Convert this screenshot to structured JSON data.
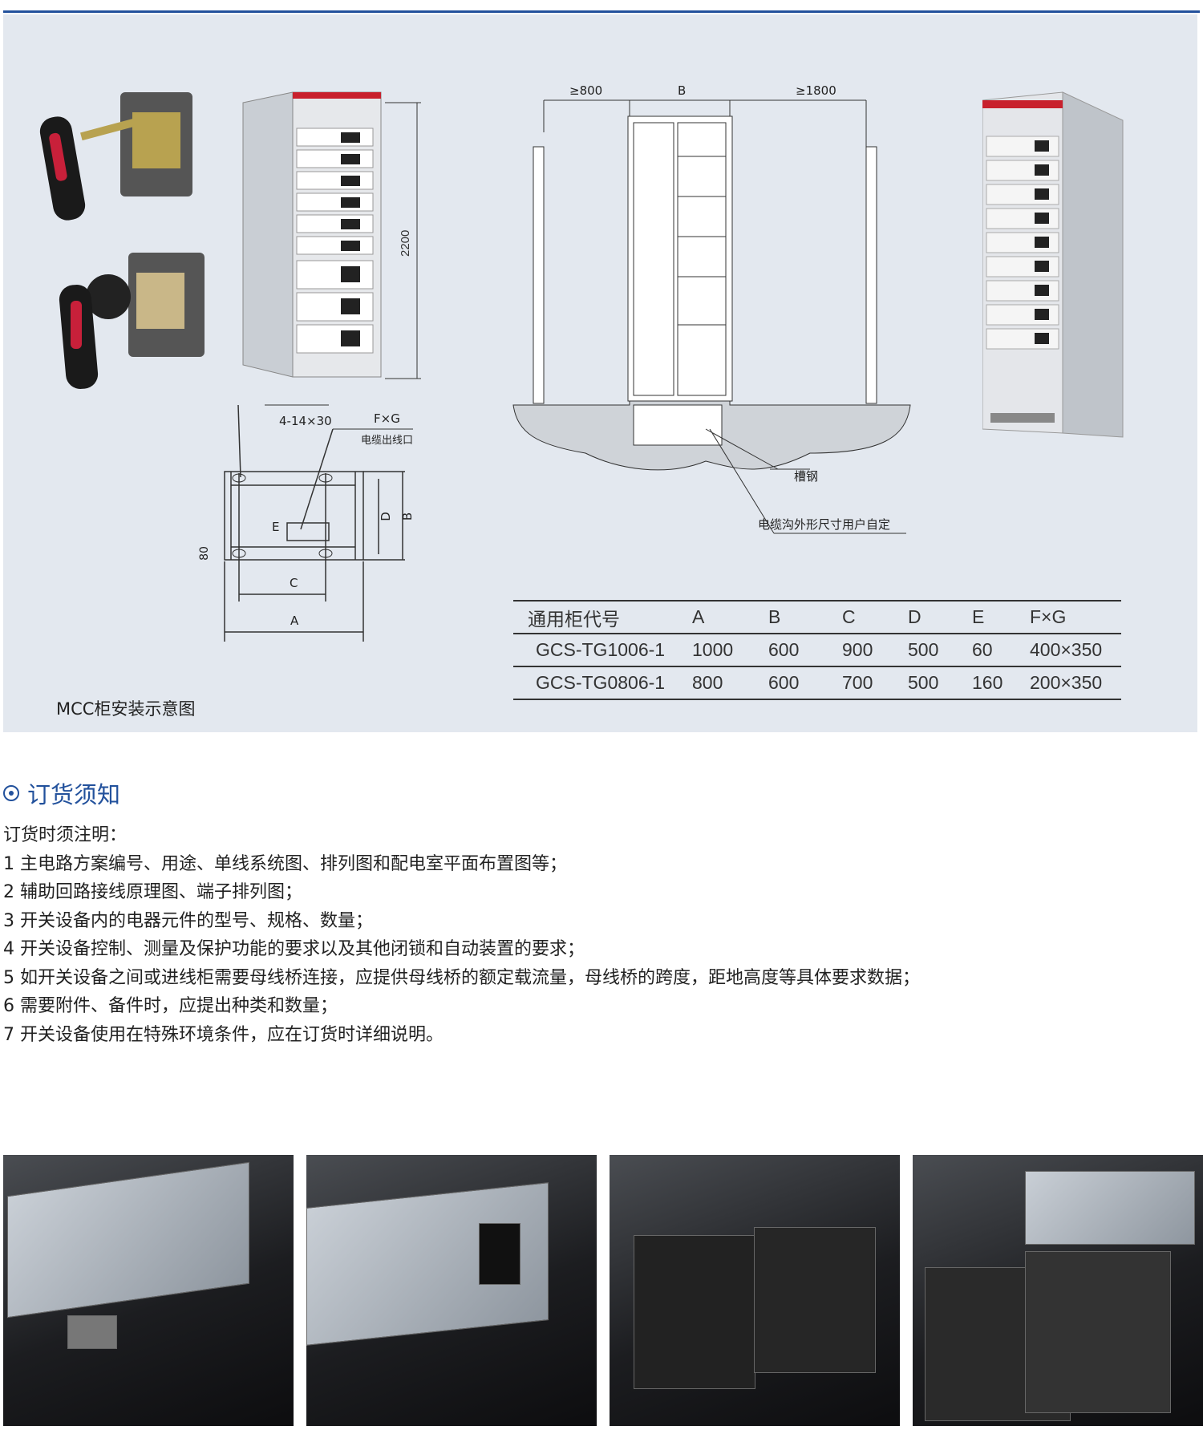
{
  "diagram": {
    "caption": "MCC柜安装示意图",
    "dim_height": "2200",
    "dim_left_clear": "≥800",
    "dim_b": "B",
    "dim_right_clear": "≥1800",
    "label_channel_steel": "槽钢",
    "label_cable_trench": "电缆沟外形尺寸用户自定",
    "plan_holes": "4-14×30",
    "plan_fg": "F×G",
    "plan_cable_outlet": "电缆出线口",
    "plan_labels": {
      "a": "A",
      "b": "B",
      "c": "C",
      "d": "D",
      "e": "E",
      "h80": "80"
    }
  },
  "spec_table": {
    "headers": [
      "通用柜代号",
      "A",
      "B",
      "C",
      "D",
      "E",
      "F×G"
    ],
    "rows": [
      [
        "GCS-TG1006-1",
        "1000",
        "600",
        "900",
        "500",
        "60",
        "400×350"
      ],
      [
        "GCS-TG0806-1",
        "800",
        "600",
        "700",
        "500",
        "160",
        "200×350"
      ]
    ]
  },
  "ordering": {
    "title": "订货须知",
    "intro": "订货时须注明：",
    "items": [
      "1 主电路方案编号、用途、单线系统图、排列图和配电室平面布置图等；",
      "2 辅助回路接线原理图、端子排列图；",
      "3 开关设备内的电器元件的型号、规格、数量；",
      "4 开关设备控制、测量及保护功能的要求以及其他闭锁和自动装置的要求；",
      "5 如开关设备之间或进线柜需要母线桥连接，应提供母线桥的额定载流量，母线桥的跨度，距地高度等具体要求数据；",
      "6 需要附件、备件时，应提出种类和数量；",
      "7 开关设备使用在特殊环境条件，应在订货时详细说明。"
    ]
  },
  "colors": {
    "accent": "#22519c",
    "panel": "#e3e8ef"
  }
}
